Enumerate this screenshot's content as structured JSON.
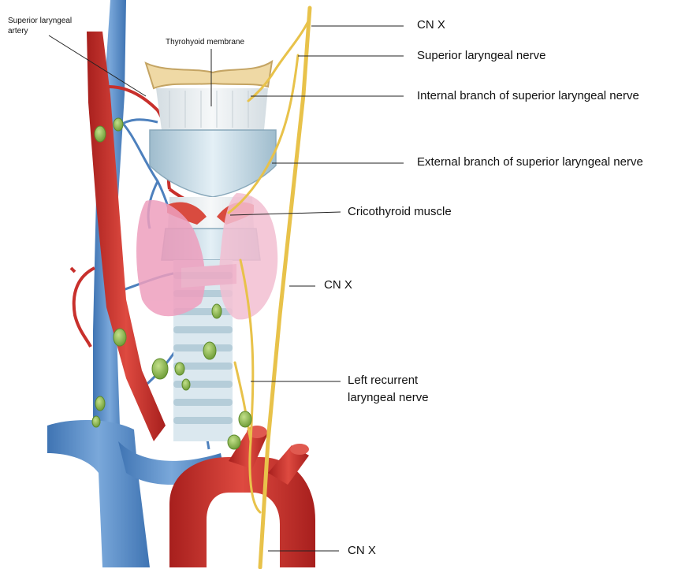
{
  "labels": {
    "superior_laryngeal_artery": [
      "Superior laryngeal",
      "artery"
    ],
    "thyrohyoid_membrane": "Thyrohyoid membrane",
    "cn_x_top": "CN X",
    "superior_laryngeal_nerve": "Superior laryngeal nerve",
    "internal_branch": "Internal branch of superior laryngeal nerve",
    "external_branch": "External branch of superior laryngeal nerve",
    "cricothyroid_muscle": "Cricothyroid muscle",
    "cn_x_mid": "CN X",
    "left_recurrent": [
      "Left recurrent",
      "laryngeal nerve"
    ],
    "cn_x_bottom": "CN X"
  },
  "colors": {
    "vein": "#5b8ec9",
    "artery": "#c8302c",
    "nerve": "#e8c24a",
    "cartilage": "#c9dde8",
    "thyroid_gland": "#efb0c8",
    "hyoid": "#efd9a5",
    "lymph_node": "#8bbb4c",
    "leader_line": "#222222"
  }
}
